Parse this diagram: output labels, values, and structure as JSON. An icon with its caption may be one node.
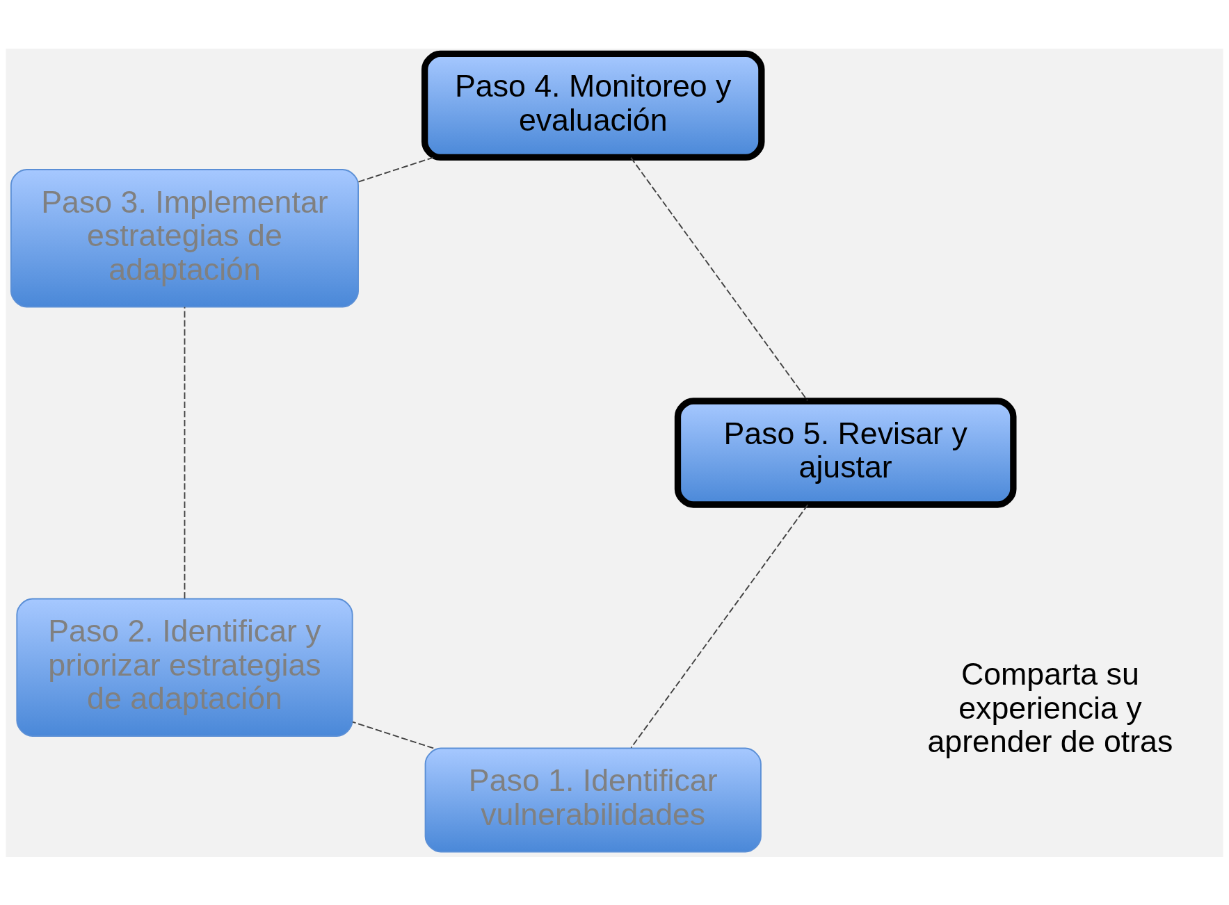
{
  "diagram": {
    "nodes": [
      {
        "text": [
          "Paso 1. Identificar vulnerabilidades"
        ]
      },
      {
        "text": [
          "Paso 2. Identificar y priorizar estrategias de adaptación"
        ]
      },
      {
        "text": [
          "Paso 3. Implementar estrategias de adaptación"
        ]
      },
      {
        "text": [
          "Paso 4. Monitoreo y evaluación"
        ]
      },
      {
        "text": [
          "Paso 5. Revisar y ajustar"
        ]
      }
    ],
    "edges": [
      {
        "from": 0,
        "to": 1,
        "arrow": "none",
        "style": "dashed"
      },
      {
        "from": 1,
        "to": 2,
        "arrow": "none",
        "style": "dashed"
      },
      {
        "from": 2,
        "to": 3,
        "arrow": "none",
        "style": "dashed"
      },
      {
        "from": 3,
        "to": 4,
        "arrow": "none",
        "style": "dashed"
      },
      {
        "from": 4,
        "to": 0,
        "arrow": "none",
        "style": "dashed"
      }
    ],
    "labels": [
      "Comparta su experiencia y aprender de otras"
    ]
  }
}
